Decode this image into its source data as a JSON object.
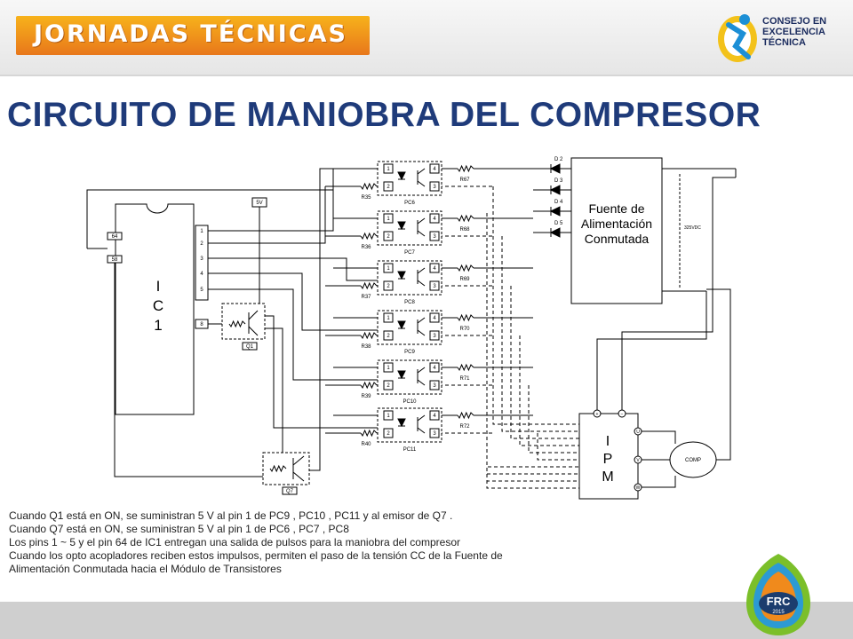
{
  "header": {
    "banner_text": "JORNADAS TÉCNICAS",
    "logo_text": "CONSEJO EN\nEXCELENCIA\nTÉCNICA"
  },
  "title": "CIRCUITO DE MANIOBRA DEL COMPRESOR",
  "diagram": {
    "ic": [
      "I",
      "C",
      "1"
    ],
    "ic_pins_left": [
      "64",
      "58"
    ],
    "ic_pins_right": [
      "1",
      "2",
      "3",
      "4",
      "5"
    ],
    "ic_pin_q1": "8",
    "vcc": "5V",
    "q1": "Q1",
    "q7": "Q7",
    "optos": [
      {
        "name": "PC6",
        "rin": "R35",
        "rout": "R67"
      },
      {
        "name": "PC7",
        "rin": "R36",
        "rout": "R68"
      },
      {
        "name": "PC8",
        "rin": "R37",
        "rout": "R69"
      },
      {
        "name": "PC9",
        "rin": "R38",
        "rout": "R70"
      },
      {
        "name": "PC10",
        "rin": "R39",
        "rout": "R71"
      },
      {
        "name": "PC11",
        "rin": "R40",
        "rout": "R72"
      }
    ],
    "opto_pins": [
      "1",
      "2",
      "3",
      "4"
    ],
    "diodes": [
      "D 2",
      "D 3",
      "D 4",
      "D 5"
    ],
    "smps": [
      "Fuente de",
      "Alimentación",
      "Conmutada"
    ],
    "voltage": "325VDC",
    "ipm": [
      "I",
      "P",
      "M"
    ],
    "ipm_terms": [
      "+",
      "−",
      "U",
      "V",
      "W"
    ],
    "comp": "COMP"
  },
  "notes": [
    "Cuando Q1 está en ON, se suministran 5 V al pin 1 de PC9 , PC10 , PC11 y al emisor de Q7 .",
    "Cuando Q7 está en ON, se suministran 5 V al pin 1 de PC6 , PC7 , PC8",
    "Los pins 1  ~ 5 y el pin 64 de IC1 entregan una salida de pulsos para la maniobra del compresor",
    "Cuando los opto acopladores reciben estos impulsos, permiten el paso de la tensión CC de la Fuente de",
    "Alimentación Conmutada hacia el Módulo de Transistores"
  ],
  "footer": {
    "badge_text": "FRC",
    "badge_year": "2015"
  }
}
